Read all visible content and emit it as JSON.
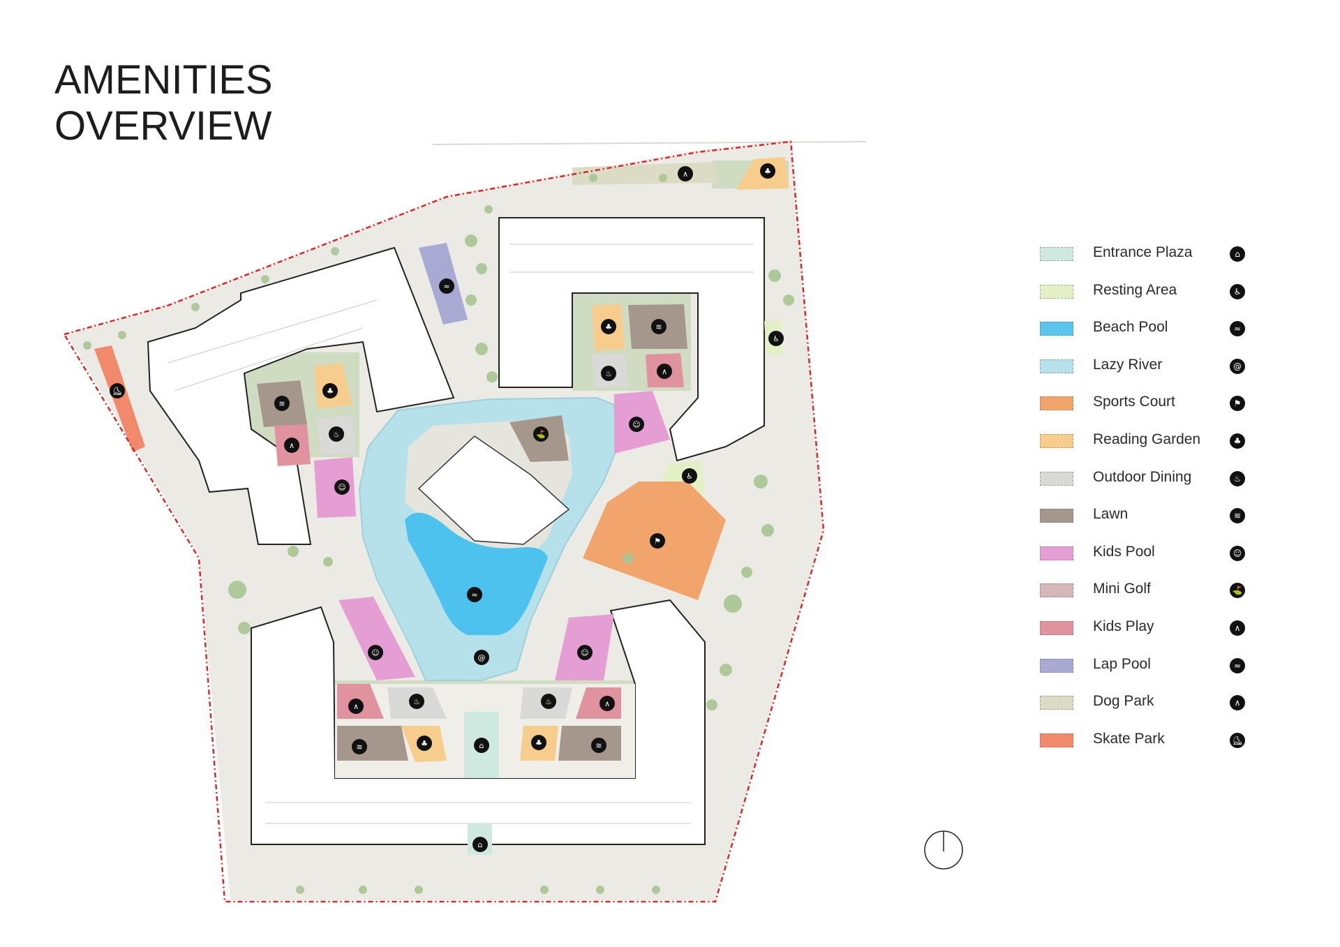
{
  "title": {
    "line1": "AMENITIES",
    "line2": "OVERVIEW"
  },
  "legend": [
    {
      "label": "Entrance Plaza",
      "color": "#cfe9e1",
      "icon": "house-icon"
    },
    {
      "label": "Resting Area",
      "color": "#e3efc4",
      "icon": "seat-icon"
    },
    {
      "label": "Beach Pool",
      "color": "#5bc5ee",
      "icon": "swim-icon"
    },
    {
      "label": "Lazy River",
      "color": "#b7e1ea",
      "icon": "spiral-icon"
    },
    {
      "label": "Sports Court",
      "color": "#f1a56c",
      "icon": "sport-icon"
    },
    {
      "label": "Reading Garden",
      "color": "#f6cd8c",
      "icon": "trees-icon"
    },
    {
      "label": "Outdoor Dining",
      "color": "#d9d9d7",
      "icon": "dining-icon"
    },
    {
      "label": "Lawn",
      "color": "#a5978c",
      "icon": "lawn-icon"
    },
    {
      "label": "Kids Pool",
      "color": "#e59ed3",
      "icon": "kids-pool-icon"
    },
    {
      "label": "Mini Golf",
      "color": "#d4b7b6",
      "icon": "golf-icon"
    },
    {
      "label": "Kids Play",
      "color": "#e0939f",
      "icon": "slide-icon"
    },
    {
      "label": "Lap Pool",
      "color": "#a8aad4",
      "icon": "swim-icon"
    },
    {
      "label": "Dog Park",
      "color": "#dcdcc6",
      "icon": "dog-icon"
    },
    {
      "label": "Skate Park",
      "color": "#f18a6c",
      "icon": "skate-icon"
    }
  ],
  "map": {
    "colors": {
      "boundary": "#d12a2a",
      "site": "#ebeae4",
      "building": "#ffffff",
      "building_outline": "#222222",
      "water": "#a7dcec",
      "greenery": "#9cbf86"
    }
  }
}
